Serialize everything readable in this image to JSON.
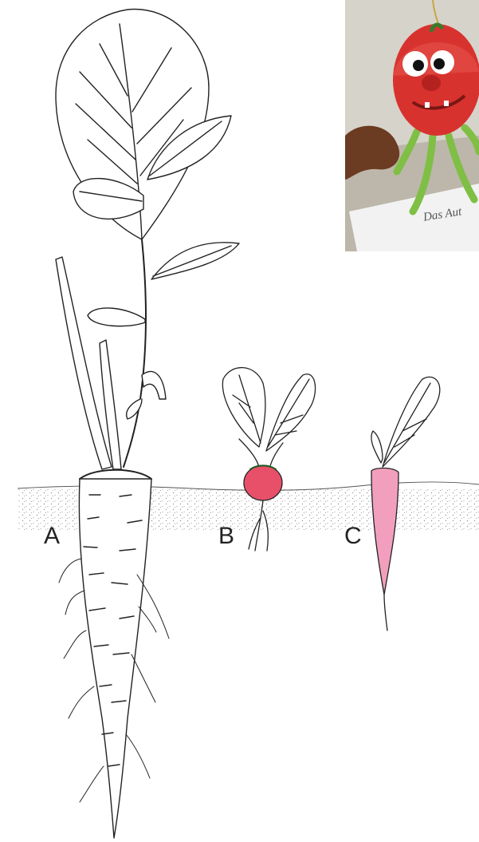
{
  "labels": {
    "a": "A",
    "b": "B",
    "c": "C"
  },
  "photo": {
    "note_text": "Das Aut"
  },
  "colors": {
    "ink": "#222222",
    "soil_dots": "#8a8a8a",
    "radish_red": "#e8506a",
    "radish_pink": "#f29fbe",
    "figure_red": "#d8322f",
    "figure_legs": "#7fbf45",
    "clay_brown": "#6b3b22"
  },
  "icons": {
    "parsnip": "parsnip-illustration",
    "round_radish": "round-radish-illustration",
    "long_radish": "long-radish-illustration",
    "clay_figure": "clay-radish-figure-photo"
  }
}
